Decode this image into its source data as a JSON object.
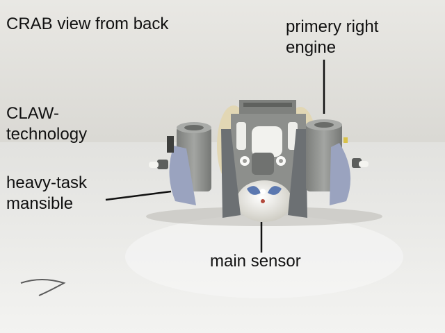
{
  "labels": {
    "title": "CRAB view from back",
    "claw_line1": "CLAW-",
    "claw_line2": "technology",
    "heavy_line1": "heavy-task",
    "heavy_line2": "mansible",
    "engine_line1": "primery right",
    "engine_line2": "engine",
    "sensor": "main sensor"
  },
  "colors": {
    "wall": "#e4e3df",
    "table": "#eeeeec",
    "body_gray": "#8d8f8c",
    "panel_blue": "#9aa3bf",
    "shell_tan": "#e2d7b4",
    "sensor_white": "#f1f0ea"
  }
}
